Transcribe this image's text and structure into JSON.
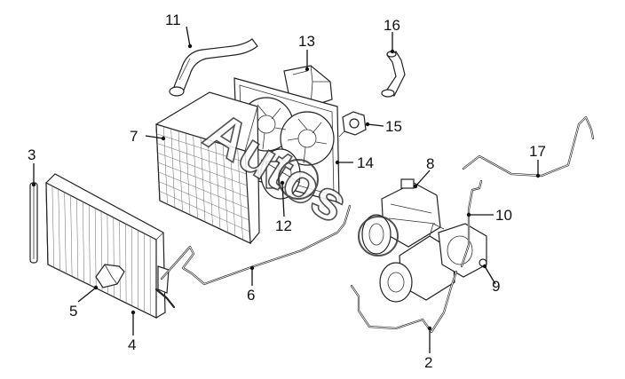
{
  "diagram": {
    "callouts": [
      "2",
      "3",
      "4",
      "5",
      "6",
      "7",
      "8",
      "9",
      "10",
      "11",
      "12",
      "13",
      "14",
      "15",
      "16",
      "17"
    ],
    "watermark": "Autos"
  }
}
